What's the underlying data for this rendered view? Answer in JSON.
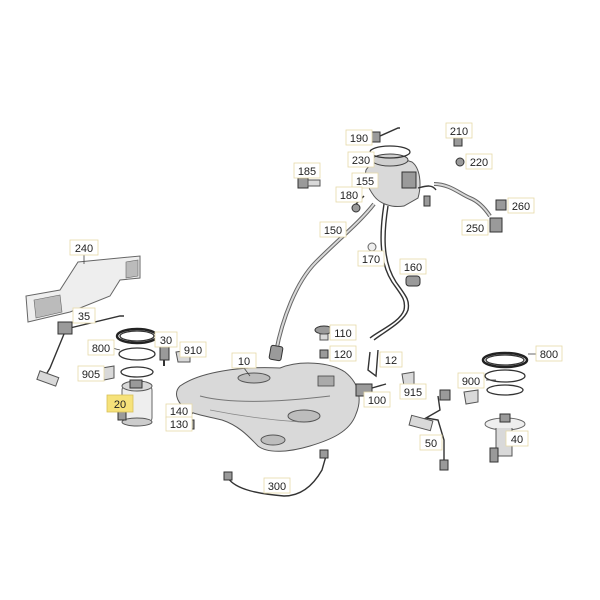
{
  "labels": {
    "p10": "10",
    "p12": "12",
    "p20": "20",
    "p30": "30",
    "p35": "35",
    "p40": "40",
    "p50": "50",
    "p100": "100",
    "p110": "110",
    "p120": "120",
    "p130": "130",
    "p140": "140",
    "p150": "150",
    "p155": "155",
    "p160": "160",
    "p170": "170",
    "p180": "180",
    "p185": "185",
    "p190": "190",
    "p210": "210",
    "p220": "220",
    "p230": "230",
    "p240": "240",
    "p250": "250",
    "p260": "260",
    "p300": "300",
    "p800a": "800",
    "p800b": "800",
    "p900": "900",
    "p905": "905",
    "p910": "910",
    "p915": "915"
  },
  "colors": {
    "highlight": "#f6e27a",
    "part": "#d9d9d9",
    "line": "#333333"
  }
}
